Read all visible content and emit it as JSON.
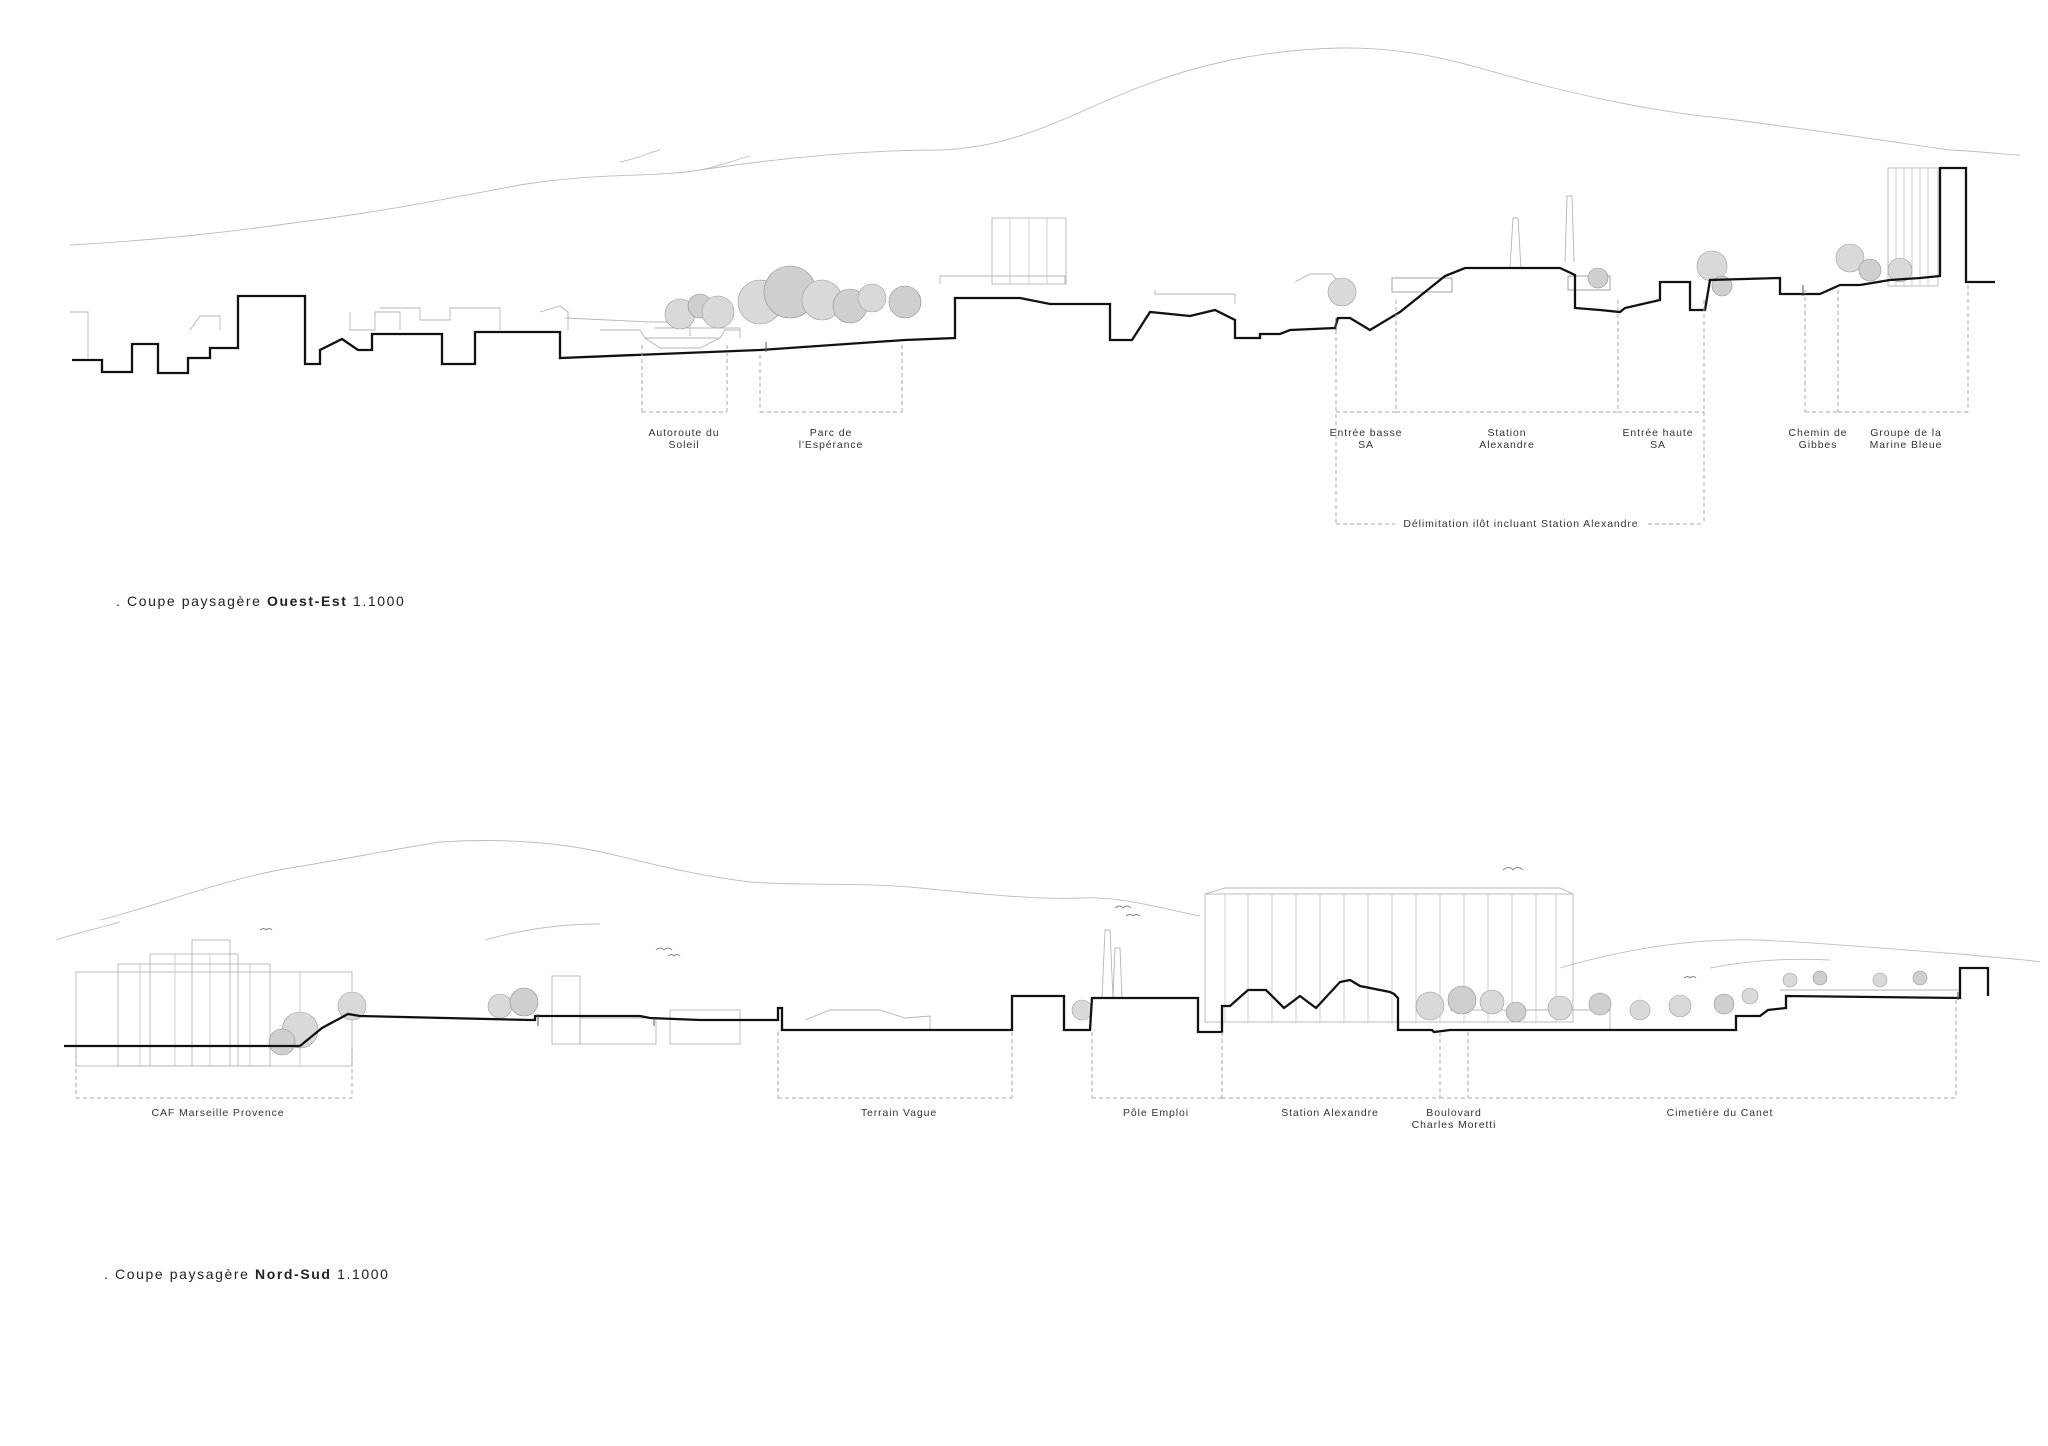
{
  "sections": [
    {
      "caption": {
        "prefix": ". Coupe paysagère ",
        "bold": "Ouest-Est",
        "suffix": " 1.1000"
      },
      "labels": [
        {
          "line1": "Autoroute du",
          "line2": "Soleil"
        },
        {
          "line1": "Parc de",
          "line2": "l'Espérance"
        },
        {
          "line1": "Entrée basse",
          "line2": "SA"
        },
        {
          "line1": "Station",
          "line2": "Alexandre"
        },
        {
          "line1": "Entrée haute",
          "line2": "SA"
        },
        {
          "line1": "Chemin de",
          "line2": "Gibbes"
        },
        {
          "line1": "Groupe de la",
          "line2": "Marine Bleue"
        }
      ],
      "group_label": "Délimitation ilôt incluant Station Alexandre"
    },
    {
      "caption": {
        "prefix": ". Coupe paysagère ",
        "bold": "Nord-Sud",
        "suffix": " 1.1000"
      },
      "labels": [
        {
          "line1": "CAF Marseille Provence",
          "line2": ""
        },
        {
          "line1": "Terrain Vague",
          "line2": ""
        },
        {
          "line1": "Pôle Emploi",
          "line2": ""
        },
        {
          "line1": "Station Alexandre",
          "line2": ""
        },
        {
          "line1": "Boulovard",
          "line2": "Charles Moretti"
        },
        {
          "line1": "Cimetière du Canet",
          "line2": ""
        }
      ]
    }
  ]
}
